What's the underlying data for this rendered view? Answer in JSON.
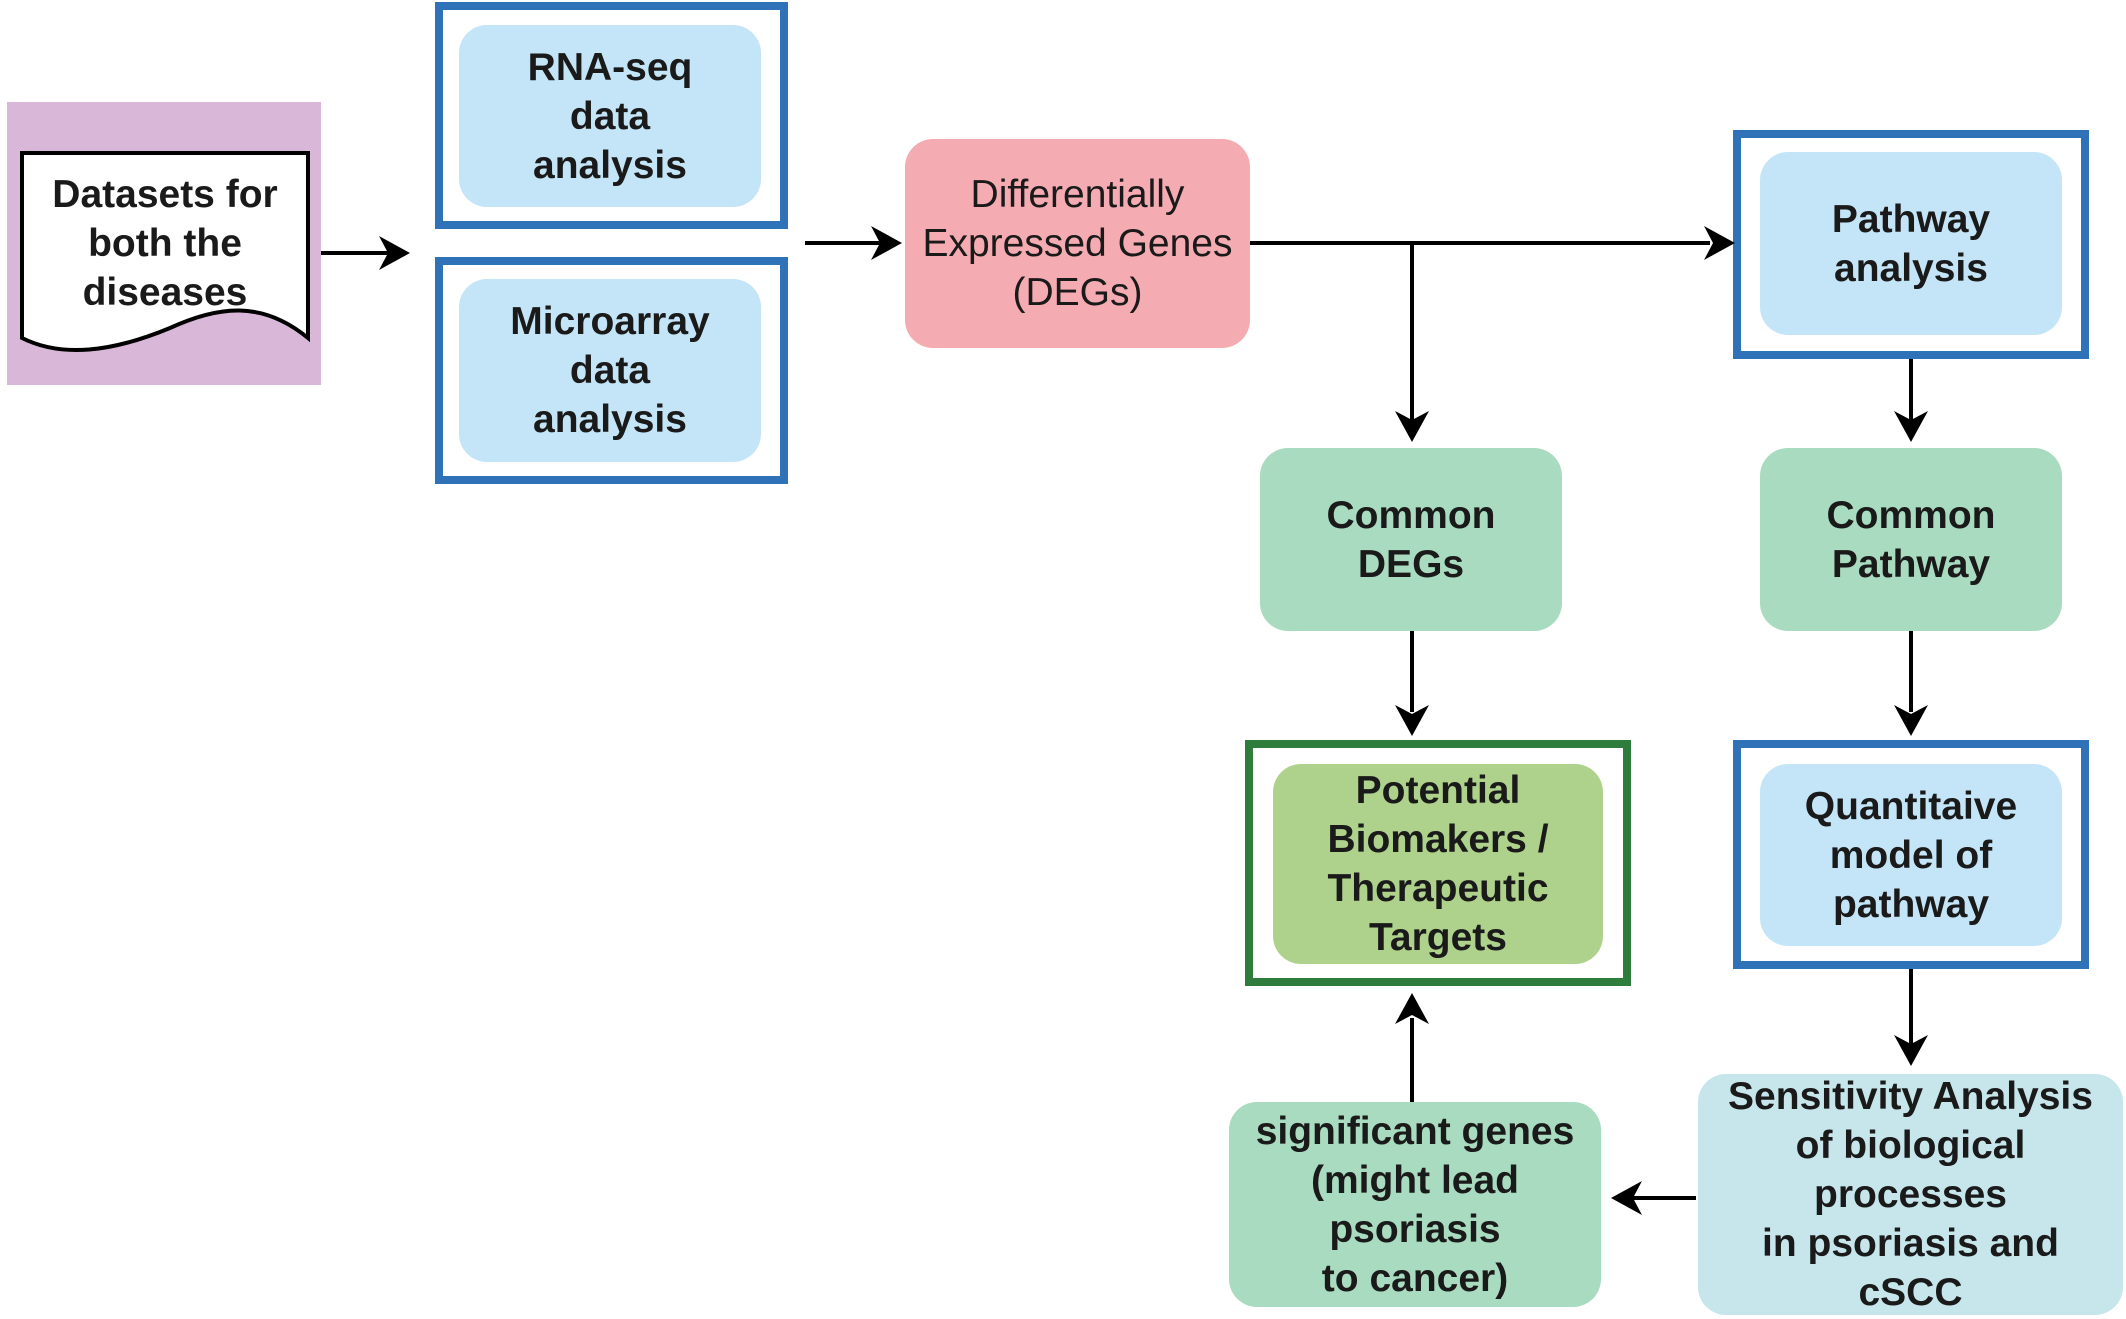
{
  "nodes": {
    "datasets": "Datasets for\nboth the\ndiseases",
    "rnaseq": "RNA-seq\ndata\nanalysis",
    "microarray": "Microarray\ndata\nanalysis",
    "degs": "Differentially\nExpressed Genes\n(DEGs)",
    "pathway": "Pathway\nanalysis",
    "common_degs": "Common\nDEGs",
    "common_pathway": "Common\nPathway",
    "biomarkers": "Potential\nBiomakers /\nTherapeutic\nTargets",
    "quant_model": "Quantitaive\nmodel of\npathway",
    "significant": "significant genes\n(might lead psoriasis\nto cancer)",
    "sensitivity": "Sensitivity Analysis\nof biological processes\nin psoriasis and\ncSCC"
  },
  "colors": {
    "frame_blue": "#2f72b8",
    "frame_green": "#2e7d3c",
    "box_light_blue": "#c4e5f7",
    "box_pink": "#f5abb2",
    "box_mint": "#a8dbbf",
    "box_leaf_green": "#aed28b",
    "box_pale_cyan": "#c6e6ec",
    "panel_purple": "#d9b7d8",
    "arrow": "#000000"
  }
}
